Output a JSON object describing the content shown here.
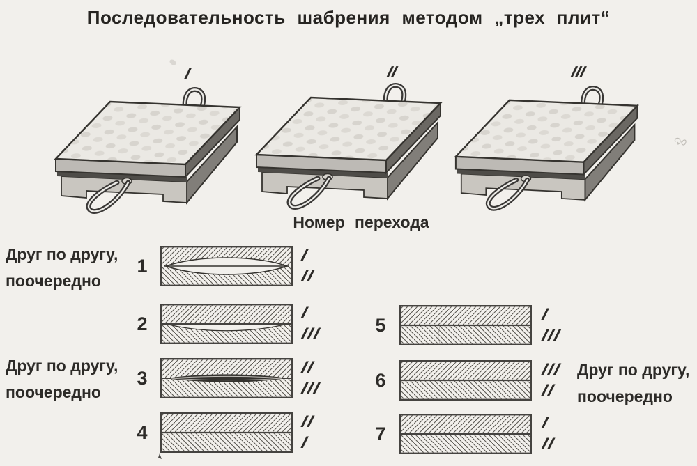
{
  "title": "Последовательность шабрения методом „трех плит“",
  "plates": [
    {
      "label": "I"
    },
    {
      "label": "II"
    },
    {
      "label": "III"
    }
  ],
  "transition_header": "Номер перехода",
  "side_notes": {
    "left_top": {
      "line1": "Друг по другу,",
      "line2": "поочередно"
    },
    "left_bottom": {
      "line1": "Друг по другу,",
      "line2": "поочередно"
    },
    "right": {
      "line1": "Друг по другу,",
      "line2": "поочередно"
    }
  },
  "rows": [
    {
      "number": "1",
      "top_label": "I",
      "bottom_label": "II",
      "contact": "wide-lens"
    },
    {
      "number": "2",
      "top_label": "I",
      "bottom_label": "III",
      "contact": "lower-lens"
    },
    {
      "number": "3",
      "top_label": "II",
      "bottom_label": "III",
      "contact": "dark-sliver"
    },
    {
      "number": "4",
      "top_label": "II",
      "bottom_label": "I",
      "contact": "flat"
    },
    {
      "number": "5",
      "top_label": "I",
      "bottom_label": "III",
      "contact": "flat"
    },
    {
      "number": "6",
      "top_label": "III",
      "bottom_label": "II",
      "contact": "flat"
    },
    {
      "number": "7",
      "top_label": "I",
      "bottom_label": "II",
      "contact": "flat"
    }
  ],
  "colors": {
    "paper": "#f2f0ec",
    "ink": "#2d2b28",
    "hatch": "#5a5751",
    "plate_top": "#ebe9e4",
    "plate_side_dark": "#6b6863",
    "plate_base": "#c9c6c0"
  }
}
